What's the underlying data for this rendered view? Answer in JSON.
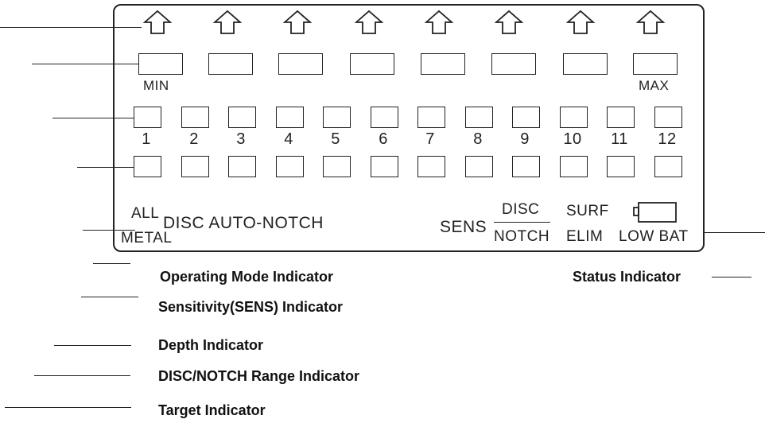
{
  "display": {
    "min_label": "MIN",
    "max_label": "MAX",
    "depth_numbers": [
      "1",
      "2",
      "3",
      "4",
      "5",
      "6",
      "7",
      "8",
      "9",
      "10",
      "11",
      "12"
    ],
    "all_label": "ALL",
    "metal_label": "METAL",
    "disc_autonotch_label": "DISC AUTO-NOTCH",
    "sens_label": "SENS",
    "disc_label": "DISC",
    "notch_label": "NOTCH",
    "surf_label": "SURF",
    "elim_label": "ELIM",
    "low_bat_label": "LOW BAT"
  },
  "callouts": {
    "operating_mode": "Operating Mode Indicator",
    "status": "Status Indicator",
    "sensitivity": "Sensitivity(SENS) Indicator",
    "depth": "Depth Indicator",
    "disc_notch_range": "DISC/NOTCH Range Indicator",
    "target": "Target Indicator"
  }
}
